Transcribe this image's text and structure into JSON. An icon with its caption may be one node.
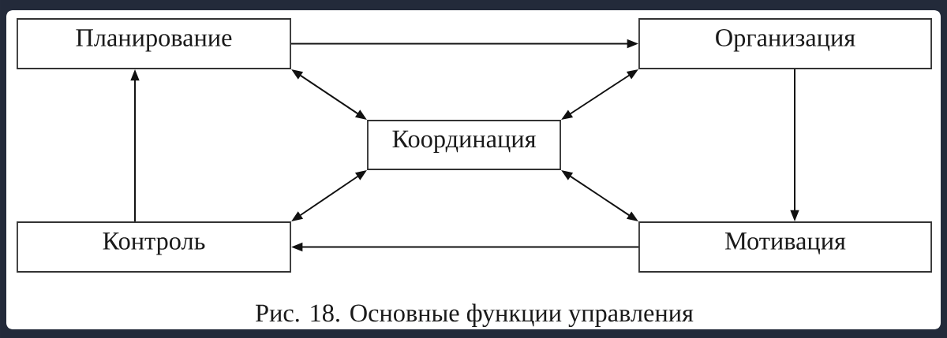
{
  "diagram": {
    "caption": "Рис. 18. Основные функции управления",
    "nodes": [
      {
        "text": [
          "Планирование"
        ]
      },
      {
        "text": [
          "Организация"
        ]
      },
      {
        "text": [
          "Координация"
        ]
      },
      {
        "text": [
          "Контроль"
        ]
      },
      {
        "text": [
          "Мотивация"
        ]
      }
    ],
    "edges": [
      {
        "from": 0,
        "to": 1,
        "arrow": "to"
      },
      {
        "from": 1,
        "to": 4,
        "arrow": "to"
      },
      {
        "from": 4,
        "to": 3,
        "arrow": "to"
      },
      {
        "from": 3,
        "to": 0,
        "arrow": "to"
      },
      {
        "from": 0,
        "to": 2,
        "arrow": "both"
      },
      {
        "from": 1,
        "to": 2,
        "arrow": "both"
      },
      {
        "from": 3,
        "to": 2,
        "arrow": "both"
      },
      {
        "from": 4,
        "to": 2,
        "arrow": "both"
      }
    ]
  }
}
